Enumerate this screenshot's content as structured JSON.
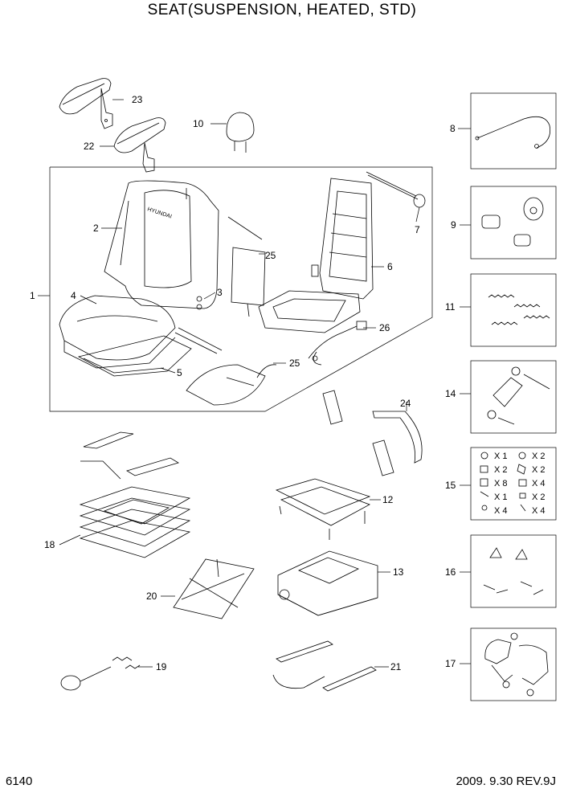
{
  "title": "SEAT(SUSPENSION, HEATED, STD)",
  "page_number": "6140",
  "revision": "2009. 9.30 REV.9J",
  "seat_logo_text": "HYUNDAI",
  "callouts": {
    "c1": "1",
    "c2": "2",
    "c3": "3",
    "c4": "4",
    "c5": "5",
    "c6": "6",
    "c7": "7",
    "c8": "8",
    "c9": "9",
    "c10": "10",
    "c11": "11",
    "c12": "12",
    "c13": "13",
    "c14": "14",
    "c15": "15",
    "c16": "16",
    "c17": "17",
    "c18": "18",
    "c19": "19",
    "c20": "20",
    "c21": "21",
    "c22": "22",
    "c23": "23",
    "c24": "24",
    "c25a": "25",
    "c25b": "25",
    "c26": "26"
  },
  "kit15_quantities": [
    "X 1",
    "X 2",
    "X 2",
    "X 2",
    "X 8",
    "X 4",
    "X 1",
    "X 2",
    "X 4",
    "X 4"
  ]
}
